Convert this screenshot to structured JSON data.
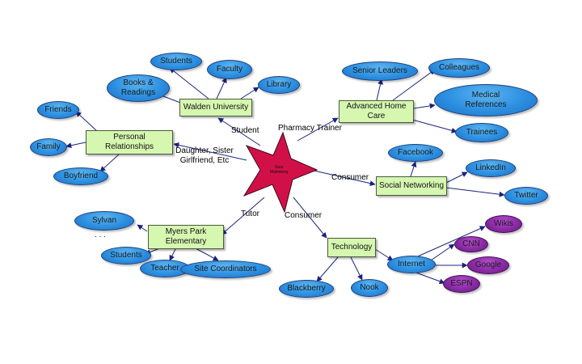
{
  "center": {
    "label_line1": "Sara",
    "label_line2": "Malmberg"
  },
  "groups": {
    "walden": {
      "label": "Walden University"
    },
    "advanced_home_care": {
      "label": "Advanced Home Care"
    },
    "personal": {
      "label": "Personal Relationships"
    },
    "social": {
      "label": "Social Networking"
    },
    "myers_park": {
      "label": "Myers Park Elementary"
    },
    "technology": {
      "label": "Technology"
    }
  },
  "edge_labels": {
    "student": "Student",
    "pharmacy_trainer": "Pharmacy Trainer",
    "daughter": "Daughter, Sister Girlfriend, Etc",
    "consumer_social": "Consumer",
    "tutor": "Tutor",
    "consumer_tech": "Consumer"
  },
  "leaves": {
    "walden_students": "Students",
    "walden_faculty": "Faculty",
    "walden_books": "Books & Readings",
    "walden_library": "Library",
    "ahc_senior_leaders": "Senior Leaders",
    "ahc_colleagues": "Colleagues",
    "ahc_medical_refs": "Medical References",
    "ahc_trainees": "Trainees",
    "personal_friends": "Friends",
    "personal_family": "Family",
    "personal_boyfriend": "Boyfriend",
    "social_facebook": "Facebook",
    "social_linkedin": "LinkedIn",
    "social_twitter": "Twitter",
    "myers_sylvan": "Sylvan",
    "myers_ellipsis": "· · ·",
    "myers_students": "Students",
    "myers_teachers": "Teacher",
    "myers_site_coord": "Site Coordinators",
    "tech_internet": "Internet",
    "tech_blackberry": "Blackberry",
    "tech_nook": "Nook",
    "internet_wikis": "Wikis",
    "internet_cnn": "CNN",
    "internet_google": "Google",
    "internet_espn": "ESPN"
  },
  "colors": {
    "central_star": "#d21048",
    "group_box": "#d6f7b0",
    "leaf_oval": "#2c8fe0",
    "internet_oval": "#8a2aa4",
    "edge": "#1a237e"
  }
}
